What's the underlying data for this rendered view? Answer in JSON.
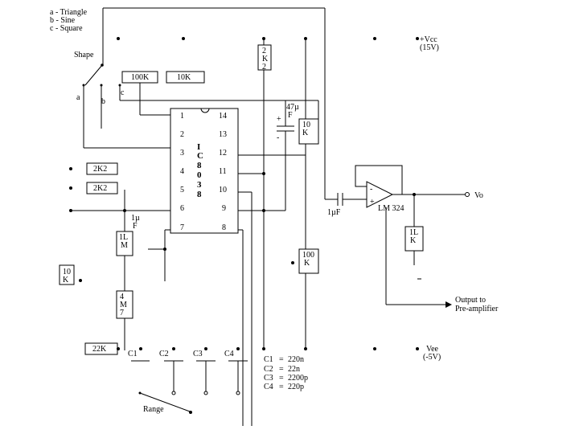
{
  "legend": {
    "line_a": "a - Triangle",
    "line_b": "b - Sine",
    "line_c": "c - Square"
  },
  "switch": {
    "shape_label": "Shape",
    "pos_a": "a",
    "pos_b": "b",
    "pos_c": "c"
  },
  "resistors": {
    "r_100k_top": "100K",
    "r_10k_top": "10K",
    "r_2k2_line1": "2",
    "r_2k2_line2": "K",
    "r_2k2_line3": "2",
    "r_10k_mid_line1": "10",
    "r_10k_mid_line2": "K",
    "r_2k2_a": "2K2",
    "r_2k2_b": "2K2",
    "r_1m_line1": "1L",
    "r_1m_line2": "M",
    "r_4m7_line1": "4",
    "r_4m7_line2": "M",
    "r_4m7_line3": "7",
    "r_10k_left_line1": "10",
    "r_10k_left_line2": "K",
    "r_22k": "22K",
    "r_100k_right_line1": "100",
    "r_100k_right_line2": "K",
    "r_1k_line1": "1L",
    "r_1k_line2": "K"
  },
  "capacitors": {
    "c_47u_line1": "47µ",
    "c_47u_line2": "F",
    "c_1u_mid_line1": "1µ",
    "c_1u_mid_line2": "F",
    "c_1u_out": "1µF",
    "c1": "C1",
    "c2": "C2",
    "c3": "C3",
    "c4": "C4"
  },
  "ic": {
    "name_chars": [
      "I",
      "C",
      "8",
      "0",
      "3",
      "8"
    ],
    "pins_left": [
      "1",
      "2",
      "3",
      "4",
      "5",
      "6",
      "7"
    ],
    "pins_right": [
      "14",
      "13",
      "12",
      "11",
      "10",
      "9",
      "8"
    ]
  },
  "opamp": {
    "name": "LM 324",
    "minus": "-",
    "plus": "+"
  },
  "supply": {
    "vcc_label": "+Vcc",
    "vcc_value": "(15V)",
    "vee_label": "Vee",
    "vee_value": "(-5V)"
  },
  "output": {
    "vo": "Vo",
    "note_line1": "Output to",
    "note_line2": "Pre-amplifier"
  },
  "range_label": "Range",
  "cap_table": [
    {
      "name": "C1",
      "eq": "=",
      "value": "220n"
    },
    {
      "name": "C2",
      "eq": "=",
      "value": "22n"
    },
    {
      "name": "C3",
      "eq": "=",
      "value": "2200p"
    },
    {
      "name": "C4",
      "eq": "=",
      "value": "220p"
    }
  ],
  "polarity": {
    "plus": "+",
    "minus": "-"
  }
}
